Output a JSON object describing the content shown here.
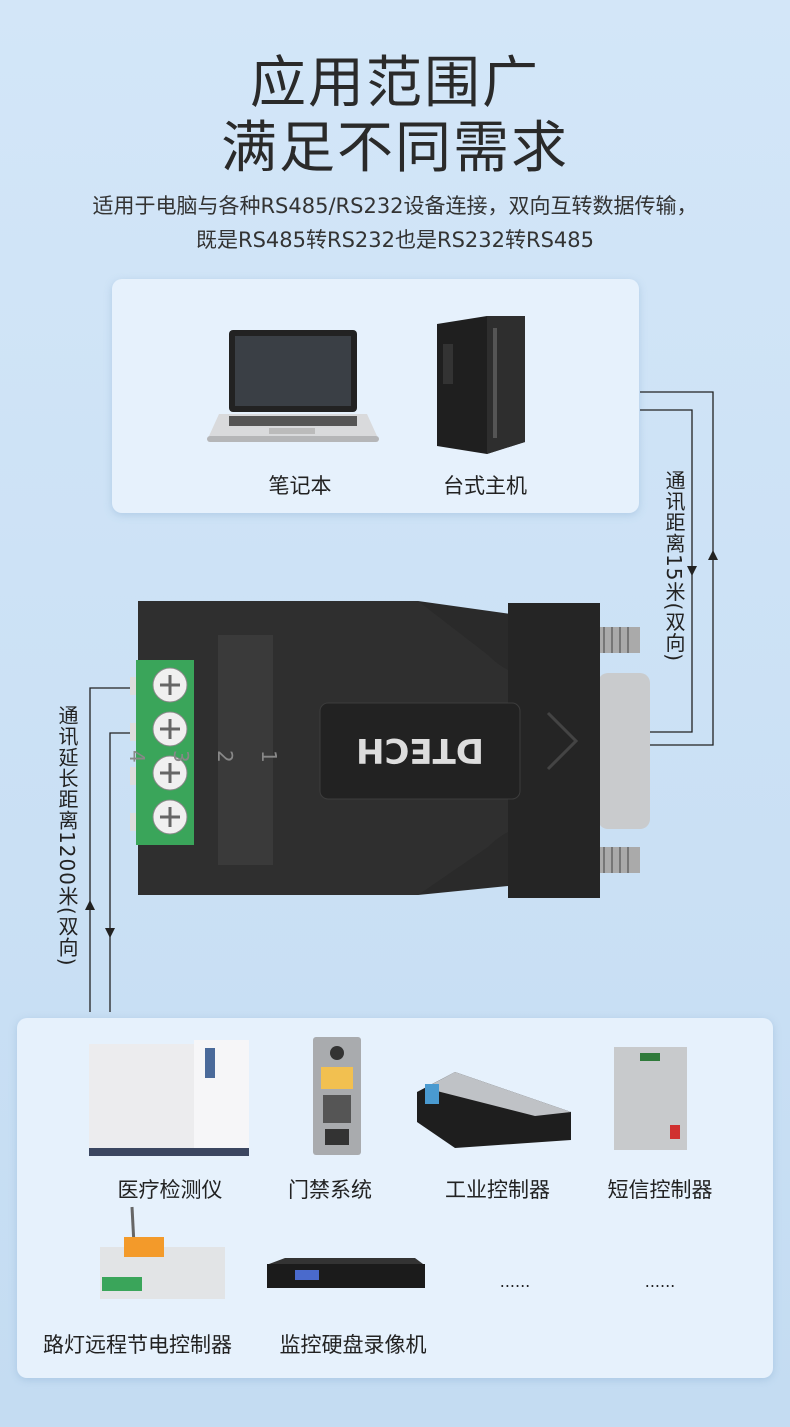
{
  "heading": {
    "line1": "应用范围广",
    "line2": "满足不同需求"
  },
  "description": {
    "line1": "适用于电脑与各种RS485/RS232设备连接，双向互转数据传输，",
    "line2": "既是RS485转RS232也是RS232转RS485"
  },
  "top_devices": [
    {
      "label": "笔记本",
      "icon": "laptop-icon"
    },
    {
      "label": "台式主机",
      "icon": "desktop-tower-icon"
    }
  ],
  "adapter": {
    "brand": "DTECH",
    "terminals": [
      "1",
      "2",
      "3",
      "4"
    ]
  },
  "distance_labels": {
    "pc_side": "通讯距离15米(双向)",
    "device_side": "通讯延长距离1200米(双向)"
  },
  "bottom_devices": [
    {
      "label": "医疗检测仪"
    },
    {
      "label": "门禁系统"
    },
    {
      "label": "工业控制器"
    },
    {
      "label": "短信控制器"
    },
    {
      "label": "路灯远程节电控制器"
    },
    {
      "label": "监控硬盘录像机"
    },
    {
      "label": "......"
    },
    {
      "label": "......"
    }
  ],
  "colors": {
    "background": "#cfe3f6",
    "panel": "#e6f1fc",
    "adapter": "#2a2a2a",
    "terminal": "#3aa55a"
  }
}
